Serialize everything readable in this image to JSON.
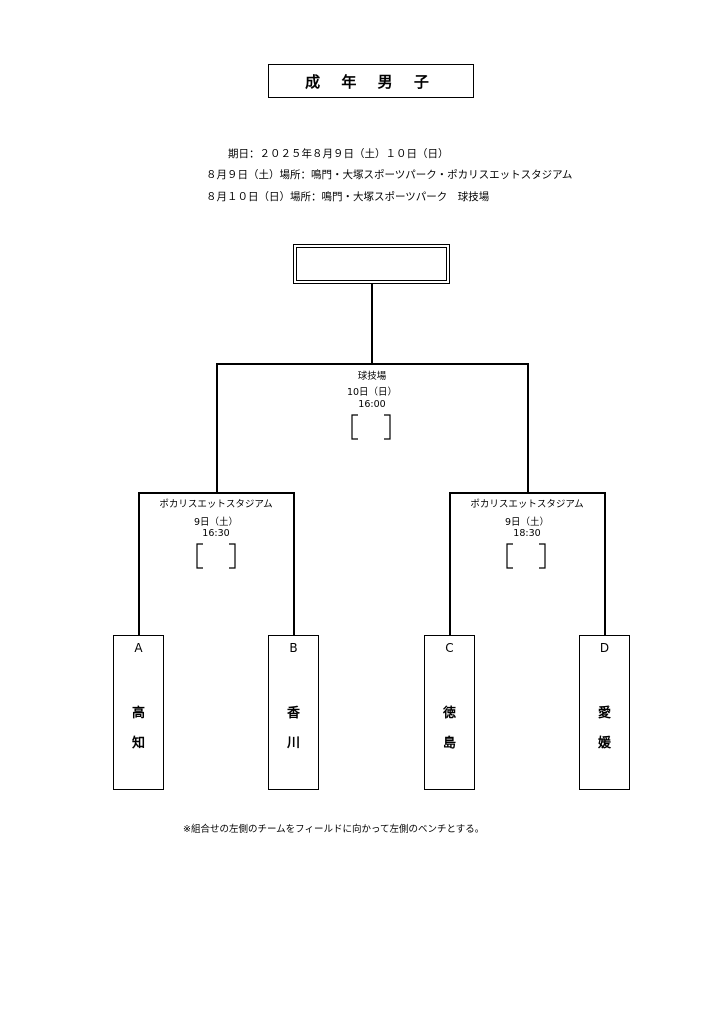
{
  "title": "成 年 男 子",
  "dates": {
    "line1": "期日：２０２５年８月９日（土）１０日（日）",
    "line2": "８月９日（土）場所：鳴門・大塚スポーツパーク・ポカリスエットスタジアム",
    "line3": "８月１０日（日）場所：鳴門・大塚スポーツパーク　球技場"
  },
  "final": {
    "venue": "球技場",
    "date": "10日（日）",
    "time": "16:00"
  },
  "semi_left": {
    "venue": "ポカリスエットスタジアム",
    "date": "9日（土）",
    "time": "16:30"
  },
  "semi_right": {
    "venue": "ポカリスエットスタジアム",
    "date": "9日（土）",
    "time": "18:30"
  },
  "teams": [
    {
      "letter": "A",
      "name1": "高",
      "name2": "知"
    },
    {
      "letter": "B",
      "name1": "香",
      "name2": "川"
    },
    {
      "letter": "C",
      "name1": "徳",
      "name2": "島"
    },
    {
      "letter": "D",
      "name1": "愛",
      "name2": "媛"
    }
  ],
  "note": "※組合せの左側のチームをフィールドに向かって左側のベンチとする。"
}
